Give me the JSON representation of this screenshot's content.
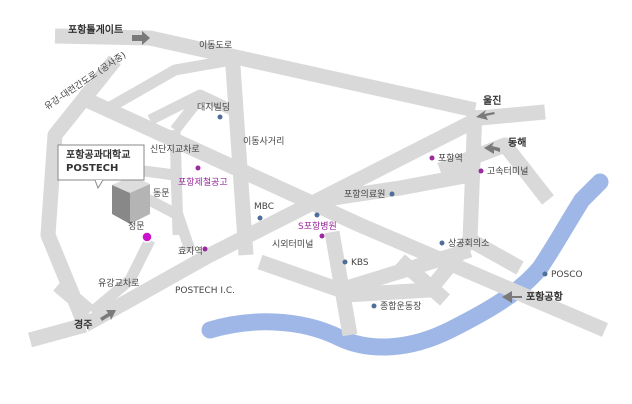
{
  "colors": {
    "road": "#d9d9d9",
    "river": "#9fb7e6",
    "highlight": "#9a2a9e",
    "poi": "#4f6f9a",
    "arrow": "#7a7a7a",
    "marker": "#cc11cc"
  },
  "callout": {
    "name_ko": "포항공과대학교",
    "name_en": "POSTECH"
  },
  "labels": {
    "pohang_toll": "포항톨게이트",
    "idongdoro": "이동도로",
    "yugang_daegyeon": "유강-대련간도로 (공사중)",
    "daeji_building": "대지빌딩",
    "ulljin": "울진",
    "donghae": "동해",
    "sindanji": "신단지교차로",
    "idong_sageori": "이동사거리",
    "pohang_station": "포항역",
    "express_terminal": "고속터미널",
    "pohang_steel_high": "포항제철공고",
    "east_gate": "동문",
    "mbc": "MBC",
    "pohang_medical": "포항의료원",
    "main_gate": "정문",
    "s_hospital": "S포항병원",
    "hyoja_station": "효자역",
    "city_terminal": "시외터미널",
    "chamber": "상공회의소",
    "kbs": "KBS",
    "posco": "POSCO",
    "yugang_ic": "유강교차로",
    "postech_ic": "POSTECH I.C.",
    "airport": "포항공항",
    "sports_complex": "종합운동장",
    "gyeongju": "경주"
  }
}
